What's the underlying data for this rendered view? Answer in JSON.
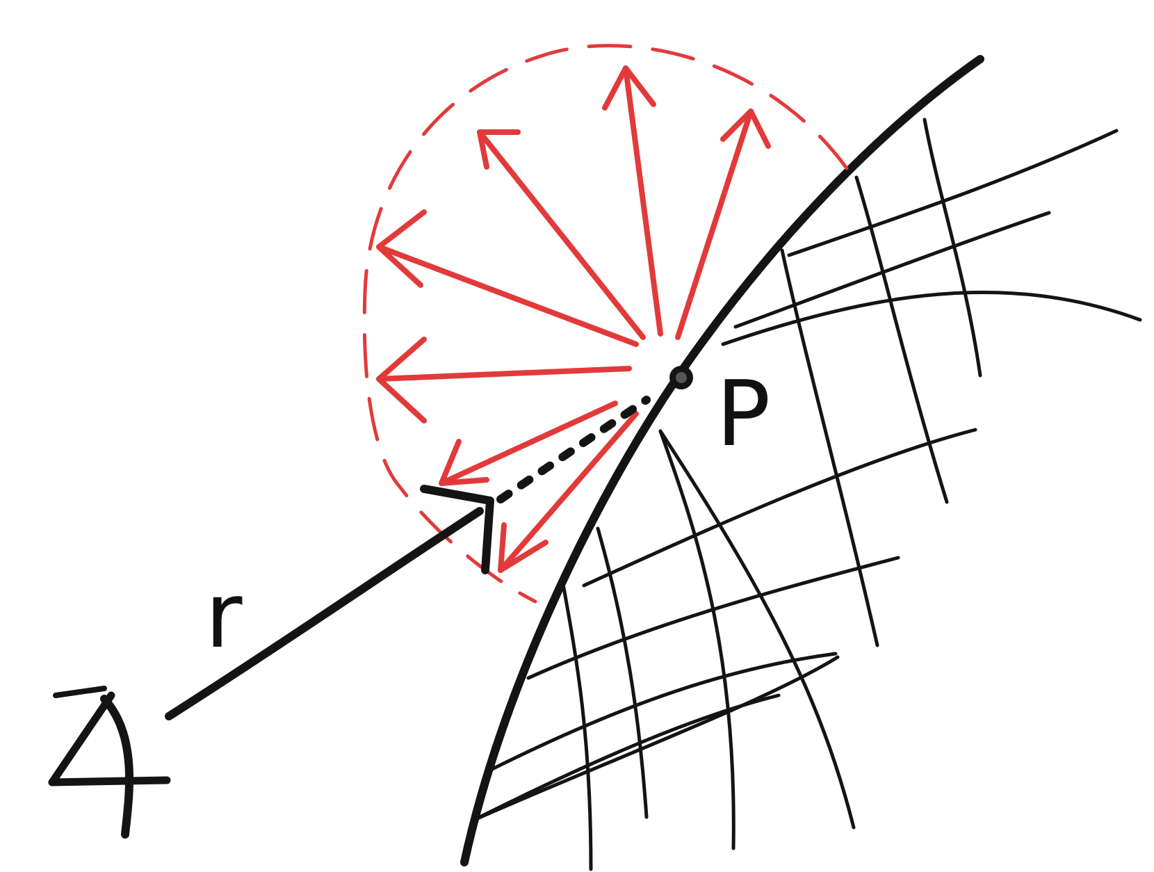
{
  "diagram": {
    "point_label": "P",
    "distance_label": "r",
    "colors": {
      "ink": "#141414",
      "arrow": "#e23a3a",
      "arrow_light": "#f08080"
    },
    "elements": {
      "observer": "eye-sketch-icon",
      "surface": "curved-surface-with-grid",
      "hemisphere": "dashed-red-hemisphere",
      "rays": "red-emission-arrows"
    }
  }
}
